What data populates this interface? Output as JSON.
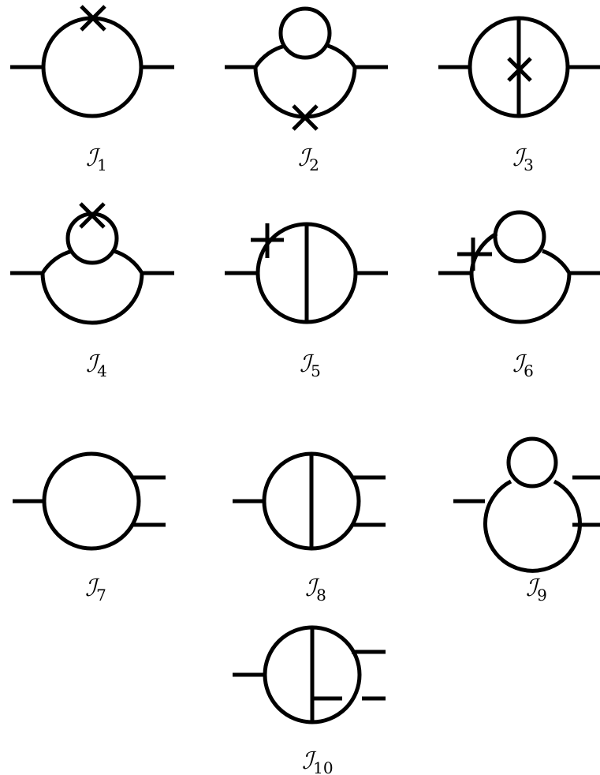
{
  "diagrams": [
    {
      "symbol": "ℐ",
      "index": "1"
    },
    {
      "symbol": "ℐ",
      "index": "2"
    },
    {
      "symbol": "ℐ",
      "index": "3"
    },
    {
      "symbol": "ℐ",
      "index": "4"
    },
    {
      "symbol": "ℐ",
      "index": "5"
    },
    {
      "symbol": "ℐ",
      "index": "6"
    },
    {
      "symbol": "ℐ",
      "index": "7"
    },
    {
      "symbol": "ℐ",
      "index": "8"
    },
    {
      "symbol": "ℐ",
      "index": "9"
    },
    {
      "symbol": "ℐ",
      "index": "10"
    }
  ]
}
